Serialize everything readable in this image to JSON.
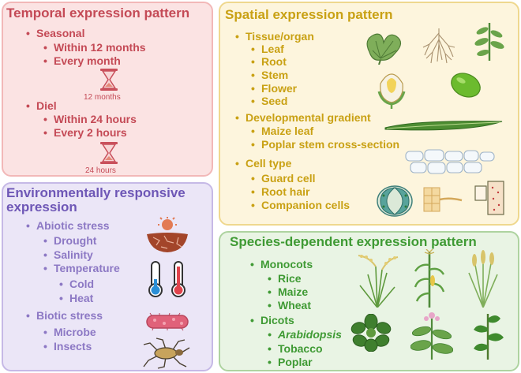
{
  "temporal": {
    "title": "Temporal expression pattern",
    "seasonal": "Seasonal",
    "within_12_months": "Within 12 months",
    "every_month": "Every month",
    "cap_12_months": "12 months",
    "diel": "Diel",
    "within_24_hours": "Within 24 hours",
    "every_2_hours": "Every 2 hours",
    "cap_24_hours": "24 hours"
  },
  "env": {
    "title_line1": "Environmentally responsive",
    "title_line2": "expression",
    "abiotic": "Abiotic stress",
    "drought": "Drought",
    "salinity": "Salinity",
    "temperature": "Temperature",
    "cold": "Cold",
    "heat": "Heat",
    "biotic": "Biotic stress",
    "microbe": "Microbe",
    "insects": "Insects"
  },
  "spatial": {
    "title": "Spatial expression pattern",
    "tissue_organ": "Tissue/organ",
    "leaf": "Leaf",
    "root": "Root",
    "stem": "Stem",
    "flower": "Flower",
    "seed": "Seed",
    "developmental_gradient": "Developmental gradient",
    "maize_leaf": "Maize leaf",
    "poplar_stem": "Poplar stem cross-section",
    "cell_type": "Cell type",
    "guard_cell": "Guard cell",
    "root_hair": "Root hair",
    "companion_cells": "Companion cells"
  },
  "species": {
    "title": "Species-dependent expression pattern",
    "monocots": "Monocots",
    "rice": "Rice",
    "maize": "Maize",
    "wheat": "Wheat",
    "dicots": "Dicots",
    "arabidopsis": "Arabidopsis",
    "tobacco": "Tobacco",
    "poplar": "Poplar"
  },
  "colors": {
    "temporal": "#c44a56",
    "env_title": "#6e57b6",
    "env_item": "#8c78c4",
    "spatial": "#c9a114",
    "species": "#3f9a34"
  },
  "icons": [
    "hourglass-icon",
    "dry-soil-icon",
    "thermometer-cold-icon",
    "thermometer-hot-icon",
    "bacterium-icon",
    "insect-icon",
    "leaf-icon",
    "root-icon",
    "stem-icon",
    "flower-icon",
    "seed-icon",
    "maize-leaf-icon",
    "stem-cross-section-icon",
    "guard-cell-icon",
    "root-hair-icon",
    "companion-cell-icon",
    "rice-plant-icon",
    "maize-plant-icon",
    "wheat-plant-icon",
    "arabidopsis-plant-icon",
    "tobacco-plant-icon",
    "poplar-plant-icon"
  ]
}
